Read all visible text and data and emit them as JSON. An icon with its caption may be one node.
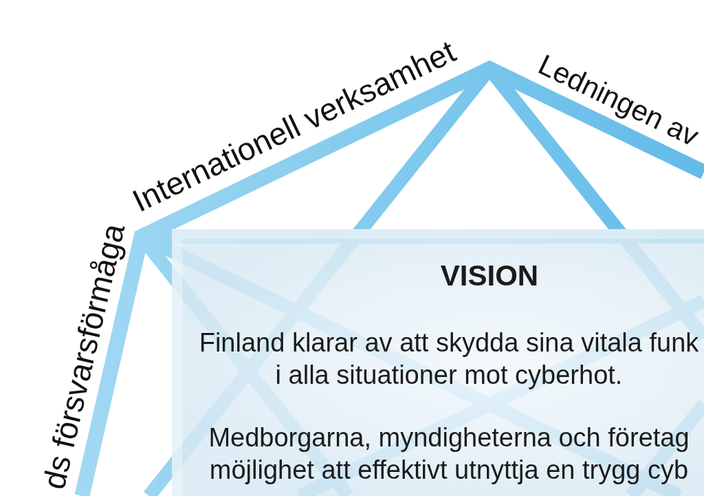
{
  "diagram": {
    "nodes": [
      {
        "text": [
          "VISION",
          "Finland klarar av att skydda sina vitala funk i alla situationer mot cyberhot.",
          "Medborgarna, myndigheterna och företag möjlighet att effektivt utnyttja en trygg cyb"
        ]
      }
    ],
    "labels": [
      "Internationell verksamhet",
      "Ledningen av",
      "ds försvarsförmåga"
    ]
  }
}
